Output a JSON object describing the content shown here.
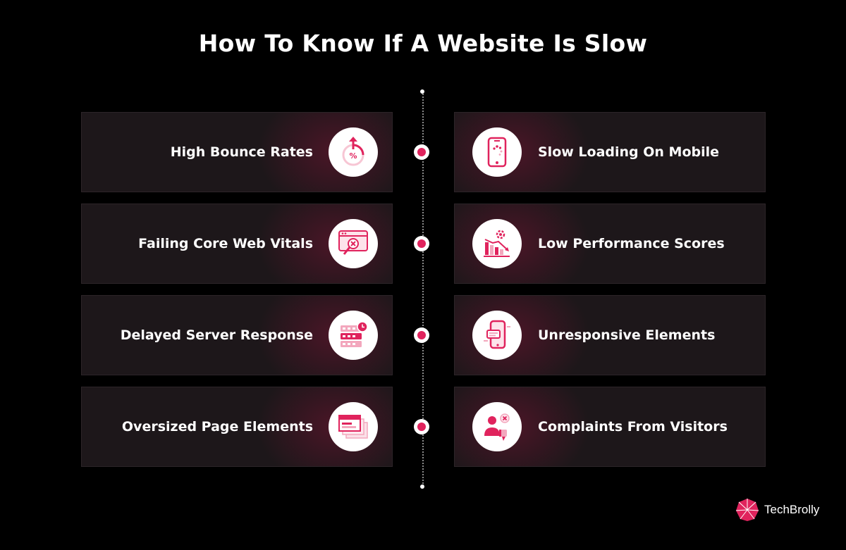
{
  "title": "How To Know If A Website Is Slow",
  "colors": {
    "accent": "#e0235d",
    "card": "#1d171a",
    "background": "#000000"
  },
  "left_items": [
    {
      "label": "High Bounce Rates",
      "icon": "bounce-rate-icon"
    },
    {
      "label": "Failing Core Web Vitals",
      "icon": "web-vitals-icon"
    },
    {
      "label": "Delayed Server Response",
      "icon": "server-icon"
    },
    {
      "label": "Oversized Page Elements",
      "icon": "page-elements-icon"
    }
  ],
  "right_items": [
    {
      "label": "Slow Loading On Mobile",
      "icon": "mobile-loading-icon"
    },
    {
      "label": "Low Performance Scores",
      "icon": "performance-chart-icon"
    },
    {
      "label": "Unresponsive Elements",
      "icon": "unresponsive-phone-icon"
    },
    {
      "label": "Complaints From Visitors",
      "icon": "complaint-user-icon"
    }
  ],
  "brand": {
    "name": "TechBrolly",
    "icon": "techbrolly-logo-icon"
  }
}
